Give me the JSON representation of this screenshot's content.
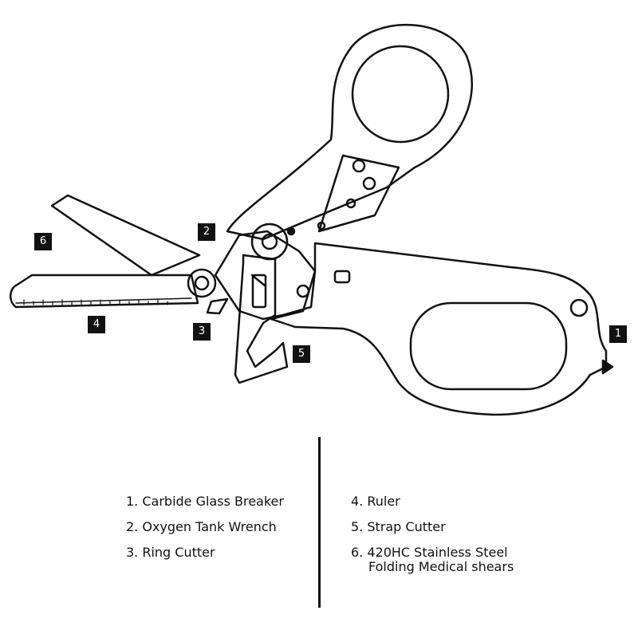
{
  "callouts": [
    "1",
    "2",
    "3",
    "4",
    "5",
    "6"
  ],
  "legend": {
    "left": [
      "1. Carbide Glass Breaker",
      "2.  Oxygen Tank Wrench",
      "3. Ring Cutter"
    ],
    "right": [
      "4. Ruler",
      "5. Strap Cutter",
      "6. 420HC Stainless Steel"
    ],
    "right_continuation": "Folding Medical shears"
  },
  "colors": {
    "ink": "#111111",
    "background": "#ffffff"
  }
}
